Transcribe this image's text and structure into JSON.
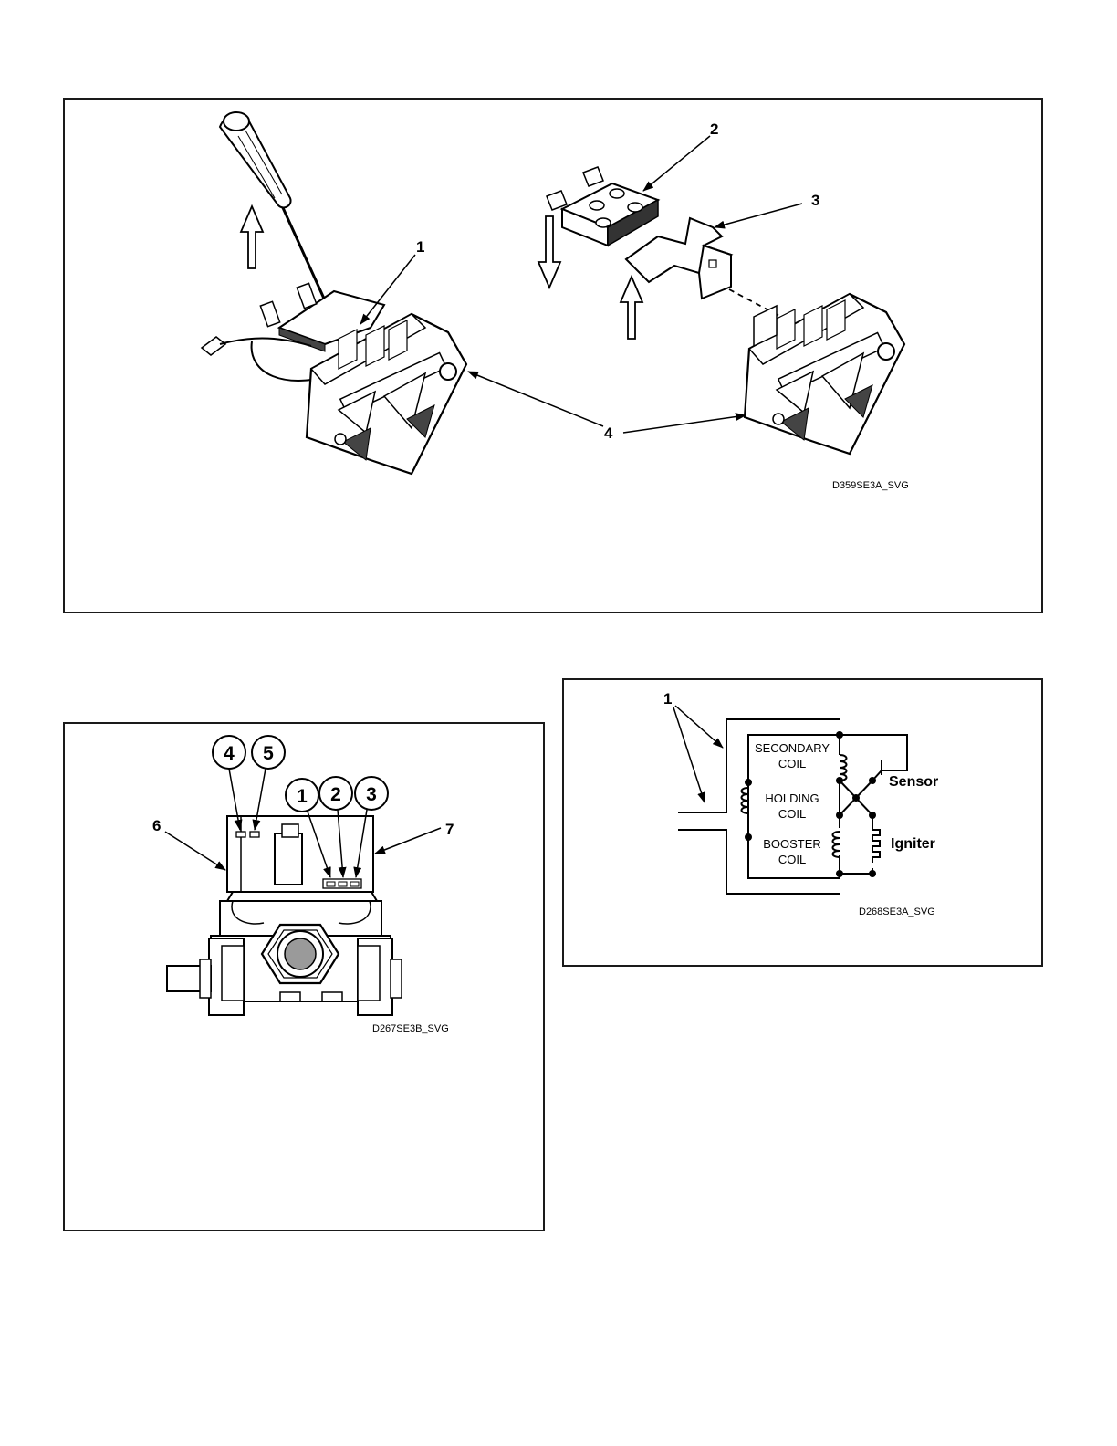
{
  "figure_top": {
    "id": "D359SE3A_SVG",
    "callouts": [
      "1",
      "2",
      "3",
      "4"
    ]
  },
  "figure_valve": {
    "id": "D267SE3B_SVG",
    "circled_callouts": [
      "1",
      "2",
      "3",
      "4",
      "5"
    ],
    "callouts": [
      "6",
      "7"
    ]
  },
  "figure_schematic": {
    "id": "D268SE3A_SVG",
    "callout": "1",
    "coils": {
      "secondary": [
        "SECONDARY",
        "COIL"
      ],
      "holding": [
        "HOLDING",
        "COIL"
      ],
      "booster": [
        "BOOSTER",
        "COIL"
      ]
    },
    "sensor_label": "Sensor",
    "igniter_label": "Igniter"
  }
}
